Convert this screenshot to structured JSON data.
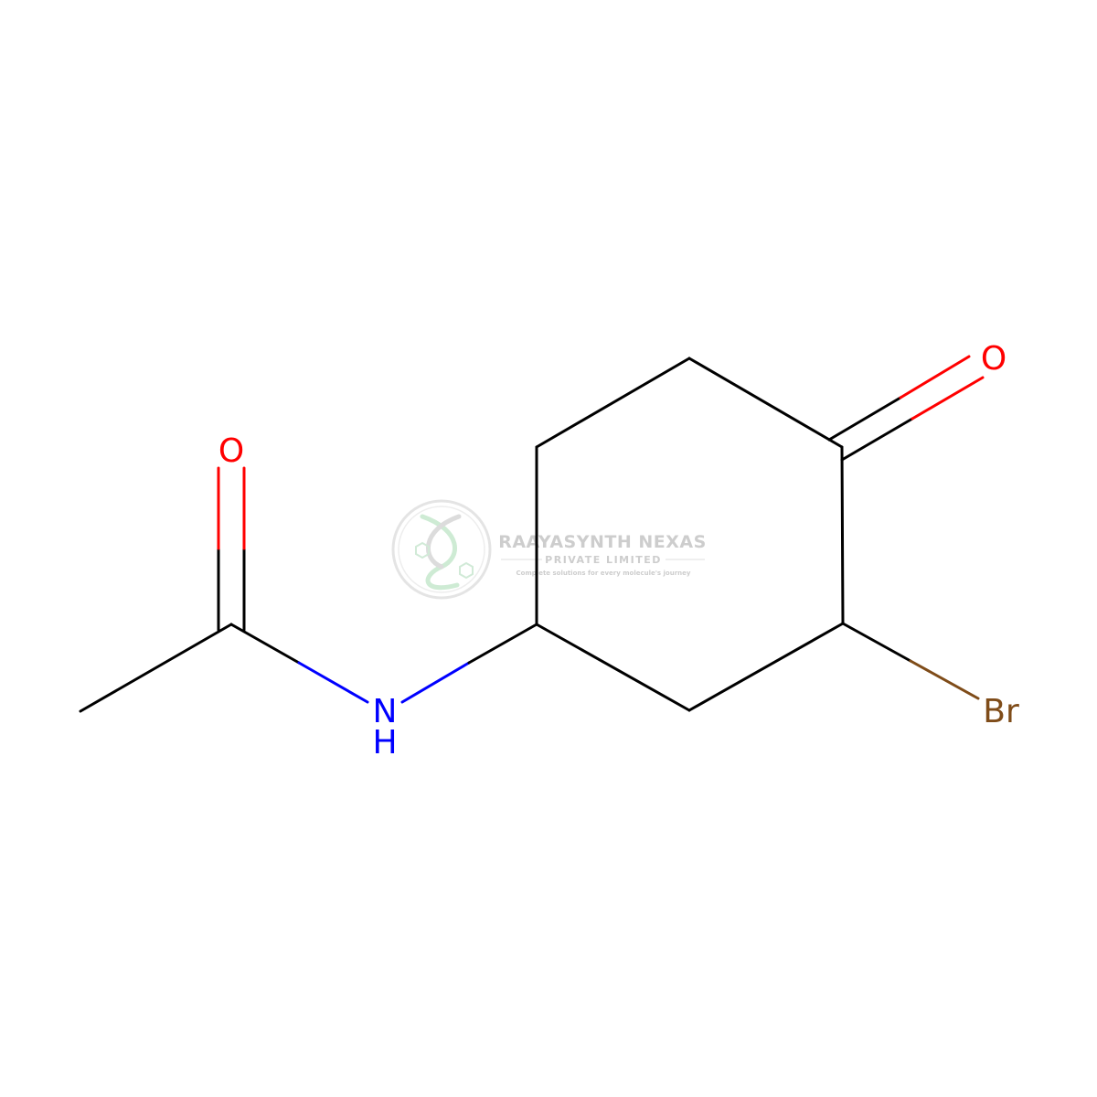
{
  "molecule": {
    "atoms": {
      "carbonyl_oxygen_acetyl": {
        "label": "O",
        "color": "#ff0000"
      },
      "amide_nitrogen": {
        "label": "N",
        "color": "#0000ff"
      },
      "amide_hydrogen": {
        "label": "H",
        "color": "#0000ff"
      },
      "ketone_oxygen": {
        "label": "O",
        "color": "#ff0000"
      },
      "bromine": {
        "label": "Br",
        "color": "#7f4c19"
      }
    },
    "bond_color": "#000000"
  },
  "watermark": {
    "company": "RAAYASYNTH NEXAS",
    "subtitle": "PRIVATE LIMITED",
    "tagline": "Complete solutions for every molecule's journey",
    "color": "#c8c8c8",
    "accent_color": "#b9e3c2"
  }
}
